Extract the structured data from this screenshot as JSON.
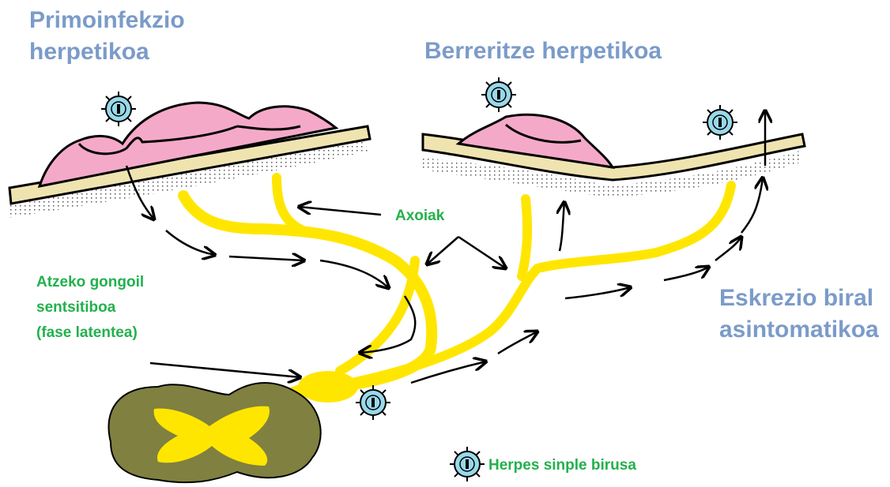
{
  "labels": {
    "primary": "Primoinfekzio\nherpetikoa",
    "recurrence": "Berreritze herpetikoa",
    "axons": "Axoiak",
    "ganglion": "Atzeko gongoil\nsentsitiboa\n(fase latentea)",
    "shedding": "Eskrezio biral\nasintomatikoa",
    "virus_legend": "Herpes sinple birusa"
  },
  "colors": {
    "title_blue": "#7b9bc9",
    "label_green": "#22b14c",
    "nerve_yellow": "#ffe600",
    "vesicle_pink": "#f5a9c8",
    "skin_tan": "#efe4b0",
    "virus_blue": "#99d9ea",
    "spinal_cord": "#808040"
  },
  "icons": [
    "virus-icon",
    "arrow-icon"
  ]
}
